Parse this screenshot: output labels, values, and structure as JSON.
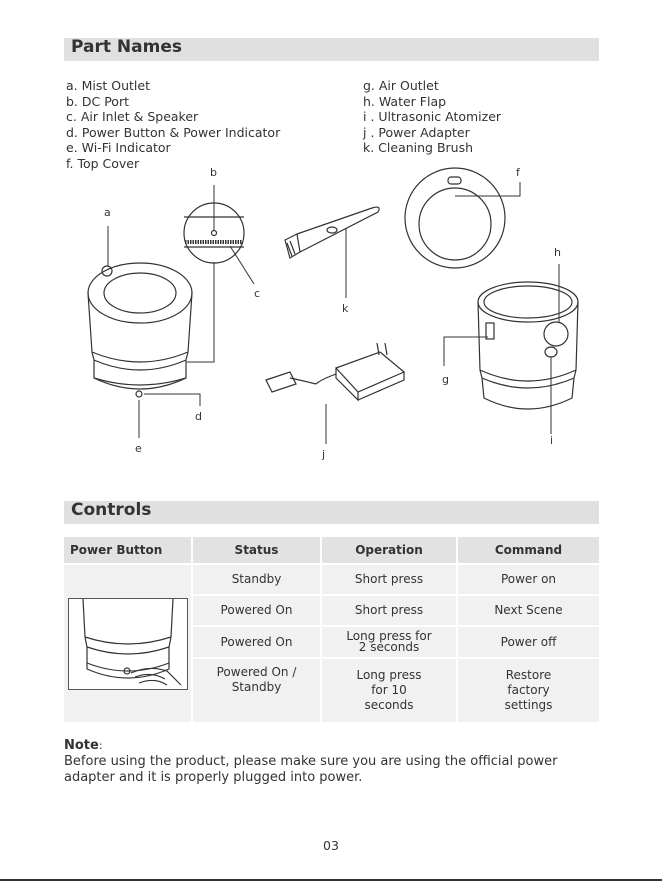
{
  "part_names": {
    "title": "Part Names",
    "left_items": [
      "a. Mist Outlet",
      "b. DC Port",
      "c.  Air Inlet & Speaker",
      "d. Power Button & Power Indicator",
      "e. Wi-Fi Indicator",
      "f.  Top Cover"
    ],
    "right_items": [
      "g. Air Outlet",
      "h. Water Flap",
      "i . Ultrasonic Atomizer",
      "j . Power Adapter",
      "k. Cleaning Brush"
    ],
    "diagram_labels": {
      "a": "a",
      "b": "b",
      "c": "c",
      "d": "d",
      "e": "e",
      "f": "f",
      "g": "g",
      "h": "h",
      "i": "i",
      "j": "j",
      "k": "k"
    }
  },
  "controls": {
    "title": "Controls",
    "headers": [
      "Power Button",
      "Status",
      "Operation",
      "Command"
    ],
    "rows": [
      {
        "status": "Standby",
        "operation": "Short press",
        "command": "Power on"
      },
      {
        "status": "Powered On",
        "operation": "Short press",
        "command": "Next Scene"
      },
      {
        "status": "Powered On",
        "operation": "Long press for\n2 seconds",
        "command": "Power off"
      },
      {
        "status": "Powered On /\nStandby",
        "operation": "Long press\nfor 10\nseconds",
        "command": "Restore\nfactory\nsettings"
      }
    ]
  },
  "note": {
    "title": "Note",
    "colon": ":",
    "body": "Before using the product, please make sure you are using the official power adapter and it is properly plugged into power."
  },
  "page_number": "03"
}
